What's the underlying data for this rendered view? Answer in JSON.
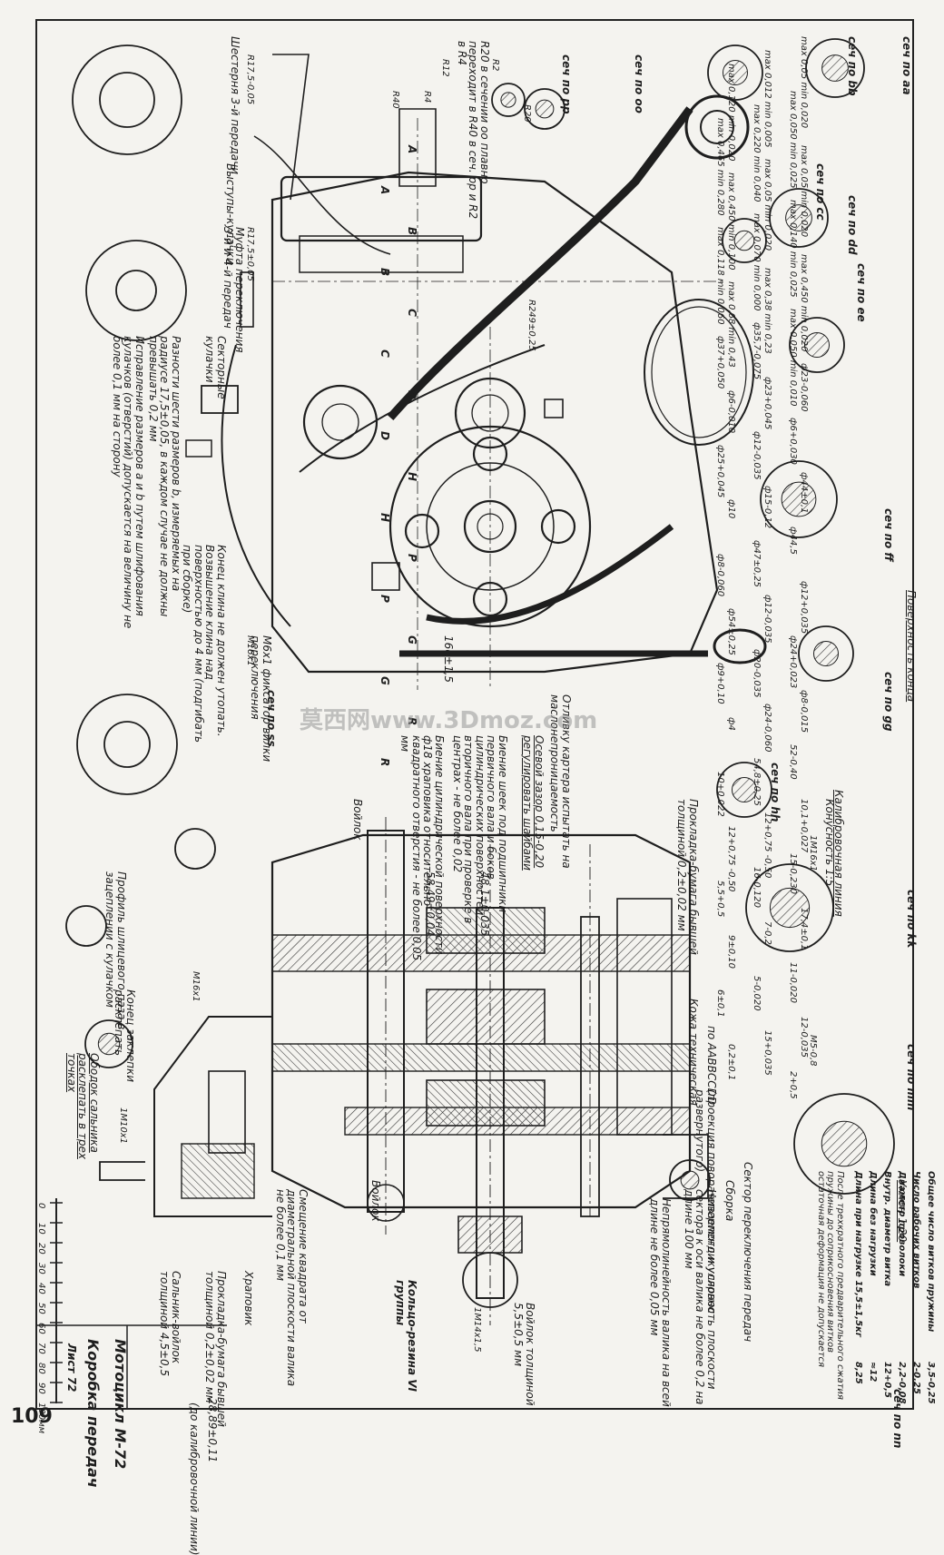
{
  "page_number": "109",
  "title_block": {
    "subject": "Мотоцикл М-72",
    "drawing_title": "Коробка передач",
    "sheet": "Лист 72",
    "scale_numbers": [
      "0",
      "10",
      "20",
      "30",
      "40",
      "50",
      "60",
      "70",
      "80",
      "90",
      "100мм"
    ]
  },
  "spring_table": {
    "rows": [
      {
        "label": "Общее число витков пружины",
        "value": "3,5-0,25"
      },
      {
        "label": "Число рабочих витков",
        "value": "2-0,25"
      },
      {
        "label": "Диаметр проволоки",
        "value": "2,2-0,08"
      },
      {
        "label": "Внутр. диаметр витка",
        "value": "12+0,5"
      },
      {
        "label": "Длина без нагрузки",
        "value": "≈12"
      },
      {
        "label": "Длина при нагрузке 15,5±1,5кг",
        "value": "8,25"
      }
    ],
    "note": "После трехкратного предварительного сжатия пружины до соприкосновения витков остаточная деформация не допускается"
  },
  "section_labels": [
    "сеч по аа",
    "сеч по bb",
    "сеч по сс",
    "сеч по dd",
    "сеч по ее",
    "сеч по ff",
    "сеч по gg",
    "сеч по hh",
    "сеч по kk",
    "сеч по mm",
    "сеч по nn",
    "сеч по рр",
    "сеч по оо",
    "сеч по ss"
  ],
  "notes": {
    "gear3": "Шестерня 3-й передачи",
    "r75": "R17,5-0,05",
    "r75b": "R17,5±0,05",
    "cams_top": "Выступы-кулачки",
    "clutch": "Муфта переключения 3-й и 4-й передач",
    "sector_cams": "Секторные кулачки",
    "runout_gears": "Разности шести размеров b, измеряемых на радиусе 17,5±0,05, в каждом случае не должны превышать 0,2 мм",
    "correction": "Исправление размеров a и b путем шлифования кулачков (отверстий) допускается на величину не более 0,1 мм на сторону",
    "r20": "R20 в сечении оо плавно переходит в R40 в сеч. рр и R2 в R4",
    "r40": "R40",
    "r12": "R12",
    "r2": "R2",
    "r4": "R4",
    "r20b": "R20",
    "shaft_beat": "Биение шеек под подшипники первичного вала и боков цилиндрических поверхностей вторичного вала при проверке в центрах - не более 0,02",
    "housing_test": "Отливку картера испытать на маслонепроницаемость",
    "cyl_surface": "Биение цилиндрической поверхности ф18 храповика относительно квадратного отверстия - не более 0,05 мм",
    "axial_gap": "Осевой зазор 0,15-0,20 регулировать шайбами",
    "gasket1": "Прокладка-бумага бывшей толщиной 0,2±0,02 мм",
    "leather": "Кожа техническая",
    "aavvssdd": "по ААВВССDD",
    "projection": "(проекция поворачиваемого и условно развернутого)",
    "sector_sw": "Сектор переключения передач",
    "assembly": "Сборка",
    "perp": "Неперпендикулярность плоскости сектора к оси валика не более 0,2 на длине 100 мм",
    "straight": "Непрямолинейность валика на всей длине не более 0,05 мм",
    "ring": "Кольцо-резина VI группы",
    "felt_thick": "Войлок толщиной 5,5±0,5 мм",
    "felt": "Войлок",
    "felt2": "Войлок",
    "shift_offset": "Смещение квадрата от диаметральной плоскости валика не более 0,1 мм",
    "ratchet": "Храповик",
    "gasket2": "Прокладка-бумага бывшей толщиной 0,2±0,02 мм",
    "seal": "Сальник-войлок толщиной 4,5±0,5",
    "dim_28": "28,89±0,11",
    "dim_28_note": "(до калибровочной линии)",
    "slot_profile": "Профиль шлицевого паза в зацеплении с кулачком",
    "rivet_end": "Конец заклепки расклепать",
    "seal_rim": "Ободок сальника расклепать в трех точках",
    "m16": "M16x1",
    "m16b": "M16x1",
    "m10": "1M10x1",
    "m12": "1M14x1,5",
    "lock_plug": "M6x1 фиксатор вилки переключения",
    "cotter_end": "Конец клина не должен утопать. Возвышение клина над поверхностью до 4 мм (подгибать при сборке)",
    "cone": "Конусность 1:5",
    "calib_line": "Калибровочная линия",
    "slope": "Уклон 1:20",
    "m5": "M5-0,8",
    "surface_end": "Поверхность конца",
    "dim_166": "166±1,5",
    "dim_5849": "58,49±0,04",
    "dim_481": "48,1±0,035",
    "dim_249": "R249±0,25",
    "m16x1": "1M16x1",
    "tol1": "max 0,05 min 0,020",
    "tol2": "max 0,012 min 0,005",
    "tol3": "max 0,120 min 0,020",
    "tol4": "max 0,050 min 0,025",
    "tol5": "max 0,220 min 0,040",
    "tol6": "max 0,465 min 0,280",
    "tol7": "max 0,05 min 0,020",
    "tol8": "max 0,05 min 0,020",
    "tol9": "max 0,450 min 0,100",
    "tol10": "max 0,140 min 0,025",
    "tol11": "max 0,070 min 0,000",
    "tol12": "max 0,118 min 0,060",
    "tol13": "max 0,450 min 0,020",
    "tol14": "max 0,38 min 0,23",
    "tol15": "max 0,68 min 0,43",
    "tol16": "max 0,050 min 0,010",
    "d357": "ф35,7-0,075",
    "d37": "ф37+0,050",
    "d23": "ф23-0,060",
    "d23b": "ф23+0,045",
    "d6": "ф6-0,010",
    "d6b": "ф6+0,030",
    "d12": "ф12-0,035",
    "d25": "ф25+0,045",
    "d44": "ф44±0,1",
    "d15": "ф15-0,12",
    "d10": "ф10",
    "d445": "ф44,5",
    "d47": "ф47±0,25",
    "d8": "ф8-0,060",
    "d12b": "ф12+0,035",
    "d12c": "ф12-0,035",
    "d54": "ф54±0,25",
    "d24": "ф24+0,023",
    "d20": "ф20-0,035",
    "d9": "ф9+0,10",
    "d8b": "ф8-0,015",
    "d24b": "ф24-0,060",
    "d4": "ф4",
    "d52": "52-0,40",
    "d548": "54,8±0,25",
    "n10": "10+0,022",
    "n10b": "10,1+0,027",
    "n12": "12+0,75 -0,50",
    "n12b": "12+0,75 -0,50",
    "n15": "15-0,230",
    "n16": "16-0,120",
    "n55": "5,5+0,5",
    "n17": "17,4±0,1",
    "n7": "7-0,2",
    "n9": "9±0,10",
    "n11": "11-0,020",
    "n5": "5-0,020",
    "n6": "6±0,1",
    "n12c": "12-0,035",
    "n15b": "15+0,035",
    "n0": "0,2±0,1",
    "n_gg": "2+0,5",
    "letters": [
      "A",
      "A",
      "B",
      "B",
      "C",
      "C",
      "D",
      "D",
      "H",
      "H",
      "P",
      "P",
      "G",
      "G",
      "R",
      "R"
    ]
  },
  "watermark": "莫西网www.3Dmoz.com"
}
